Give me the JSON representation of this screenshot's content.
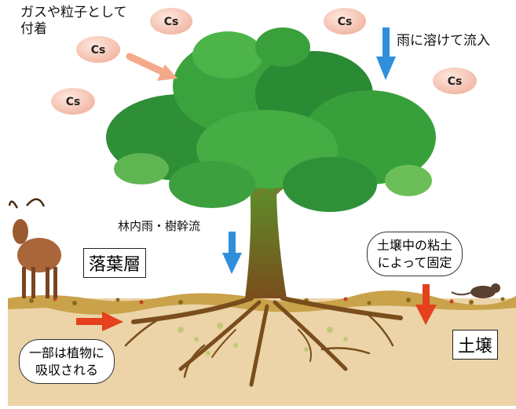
{
  "labels": {
    "gas_particles": "ガスや粒子として\n付着",
    "dissolve_rain": "雨に溶けて流入",
    "throughfall": "林内雨・樹幹流",
    "litter_layer": "落葉層",
    "clay_fixed": "土壌中の粘土\nによって固定",
    "soil": "土壌",
    "absorbed": "一部は植物に\n吸収される"
  },
  "particles": [
    "Cs",
    "Cs",
    "Cs",
    "Cs",
    "Cs"
  ],
  "colors": {
    "particle_fill": "#f6c7b8",
    "blue_arrow": "#2f8fdc",
    "red_arrow": "#e4411c",
    "salmon_arrow": "#f4a98a",
    "soil": "#ecd4a8",
    "foliage": "#3c9a3a"
  }
}
